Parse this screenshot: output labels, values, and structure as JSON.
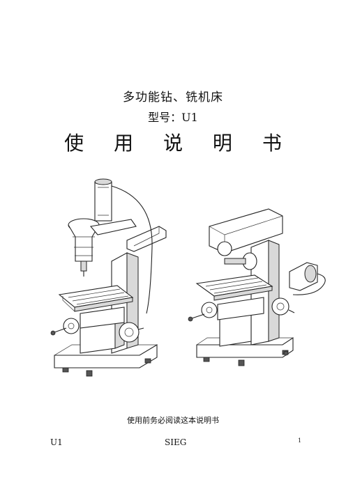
{
  "header": {
    "title": "多功能钻、铣机床",
    "model": "型号：U1",
    "manual_chars": [
      "使",
      "用",
      "说",
      "明",
      "书"
    ]
  },
  "note": "使用前务必阅读这本说明书",
  "footer": {
    "model": "U1",
    "brand": "SIEG",
    "page_number": "1"
  }
}
